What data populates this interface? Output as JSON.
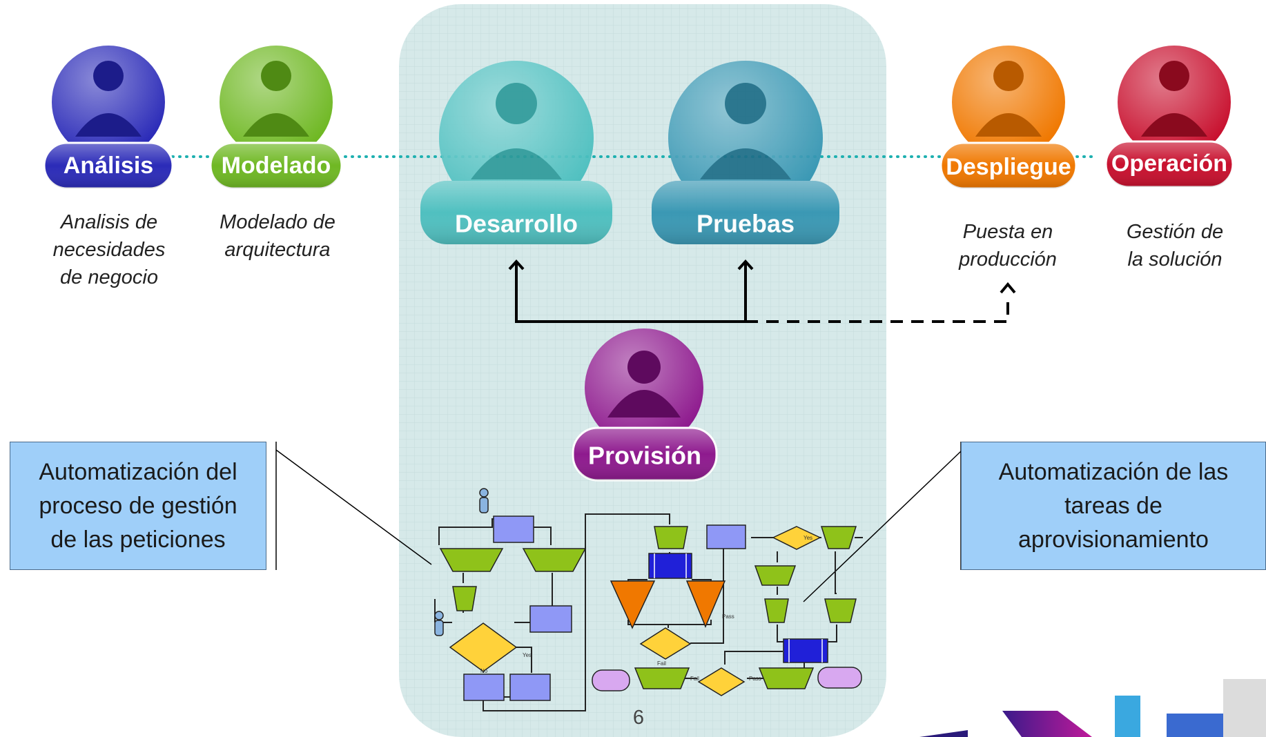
{
  "stages": [
    {
      "id": "analisis",
      "label": "Análisis",
      "description": "Analisis de\nnecesidades\nde negocio",
      "color": "#2b2bb8"
    },
    {
      "id": "modelado",
      "label": "Modelado",
      "description": "Modelado de\narquitectura",
      "color": "#6fb823"
    },
    {
      "id": "desarrollo",
      "label": "Desarrollo",
      "description": "",
      "color": "#45bdbd"
    },
    {
      "id": "pruebas",
      "label": "Pruebas",
      "description": "",
      "color": "#2e92b0"
    },
    {
      "id": "despliegue",
      "label": "Despliegue",
      "description": "Puesta en\nproducción",
      "color": "#f07800"
    },
    {
      "id": "operacion",
      "label": "Operación",
      "description": "Gestión de\nla solución",
      "color": "#c8102e"
    }
  ],
  "provision": {
    "label": "Provisión",
    "color": "#8e1a8e"
  },
  "callouts": {
    "left": "Automatización del\nproceso de gestión\nde las peticiones",
    "right": "Automatización de las\ntareas de\naprovisionamiento"
  },
  "flowchart_labels": {
    "no": "No",
    "yes": "Yes",
    "pass": "Pass",
    "fail": "Fail"
  },
  "page_number": "6"
}
